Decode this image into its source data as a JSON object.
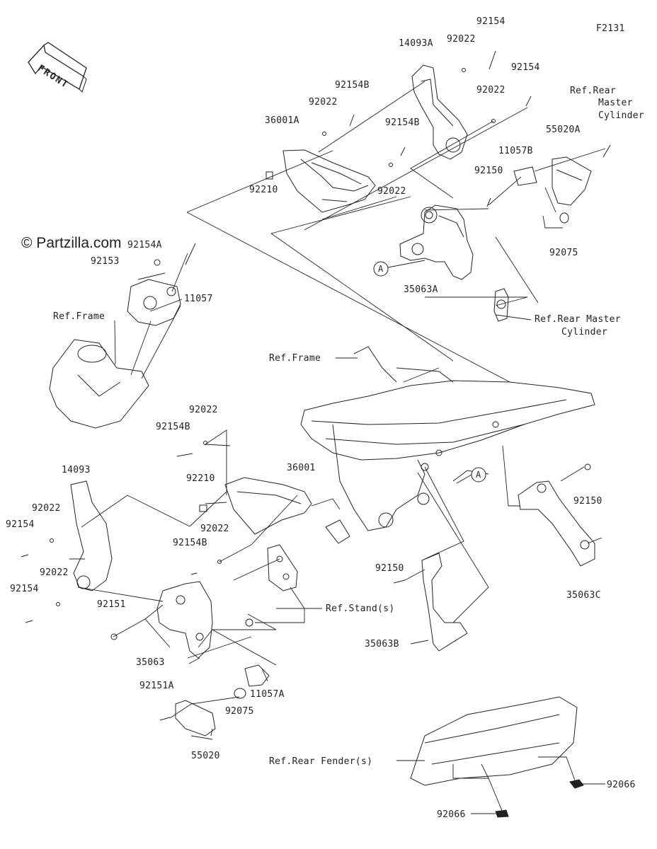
{
  "figure_code": "F2131",
  "copyright": "© Partzilla.com",
  "front_arrow_text": "FRONT",
  "circle_ref": "A",
  "labels": {
    "p92154_a": "92154",
    "p14093A": "14093A",
    "p92022_a": "92022",
    "p92154_b": "92154",
    "p92154B_a": "92154B",
    "p92022_b": "92022",
    "p92022_c": "92022",
    "p36001A": "36001A",
    "p92154B_b": "92154B",
    "p92022_d": "92022",
    "p92210_a": "92210",
    "p11057B": "11057B",
    "p92150_a": "92150",
    "p55020A": "55020A",
    "p92075_a": "92075",
    "p35063A": "35063A",
    "ref_rear_master_1": "Ref.Rear",
    "ref_rear_master_2": "Master",
    "ref_rear_master_3": "Cylinder",
    "ref_rear_master_b1": "Ref.Rear Master",
    "ref_rear_master_b2": "Cylinder",
    "p92154A": "92154A",
    "p92153": "92153",
    "p11057": "11057",
    "ref_frame_a": "Ref.Frame",
    "ref_frame_b": "Ref.Frame",
    "p92022_e": "92022",
    "p92154B_c": "92154B",
    "p92210_b": "92210",
    "p36001": "36001",
    "p14093": "14093",
    "p92022_f": "92022",
    "p92154_c": "92154",
    "p92022_g": "92022",
    "p92154B_d": "92154B",
    "p92022_h": "92022",
    "p92154_d": "92154",
    "p92151": "92151",
    "p35063": "35063",
    "p92150_b": "92150",
    "p92150_c": "92150",
    "p35063C": "35063C",
    "ref_stand": "Ref.Stand(s)",
    "p35063B": "35063B",
    "p92151A": "92151A",
    "p92075_b": "92075",
    "p11057A": "11057A",
    "p55020": "55020",
    "ref_rear_fender": "Ref.Rear Fender(s)",
    "p92066_a": "92066",
    "p92066_b": "92066"
  }
}
